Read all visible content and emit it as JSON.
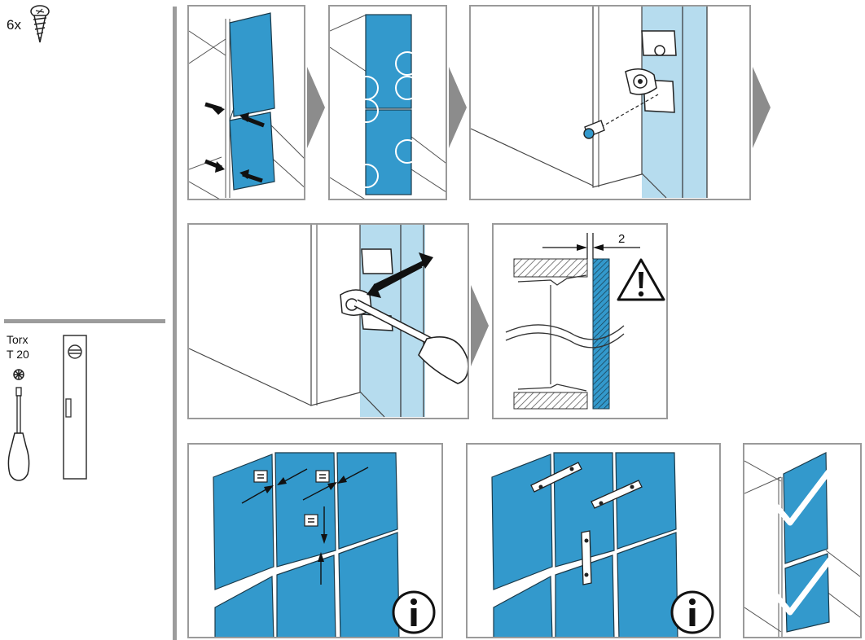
{
  "sidebar": {
    "screw_count": "6x",
    "tool_name": "Torx",
    "tool_size": "T 20"
  },
  "steps": {
    "gap_dimension": "2"
  },
  "colors": {
    "panel_blue": "#3399cc",
    "light_blue": "#b6dcee",
    "frame_gray": "#9a9a9a",
    "arrow_gray": "#8c8c8c"
  },
  "icons": {
    "warning": "warning-triangle-icon",
    "info": "info-icon",
    "check": "checkmark-icon"
  }
}
